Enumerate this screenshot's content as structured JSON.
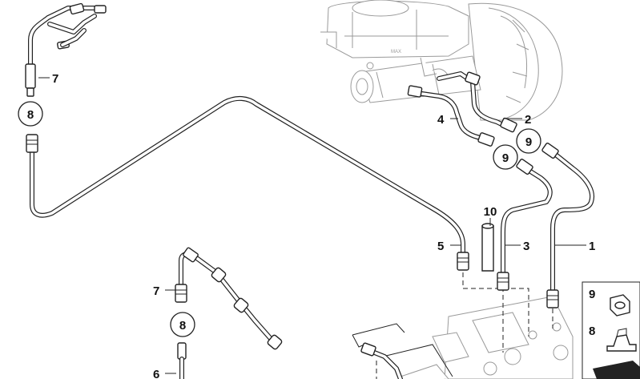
{
  "callouts": {
    "c1": "1",
    "c2": "2",
    "c3": "3",
    "c4": "4",
    "c5": "5",
    "c6": "6",
    "c7a": "7",
    "c7b": "7",
    "c8a": "8",
    "c8b": "8",
    "c8c": "8",
    "c9a": "9",
    "c9b": "9",
    "c9c": "9",
    "c10": "10"
  },
  "colors": {
    "line": "#222222",
    "ghost": "#9a9a9a",
    "background": "#ffffff"
  }
}
